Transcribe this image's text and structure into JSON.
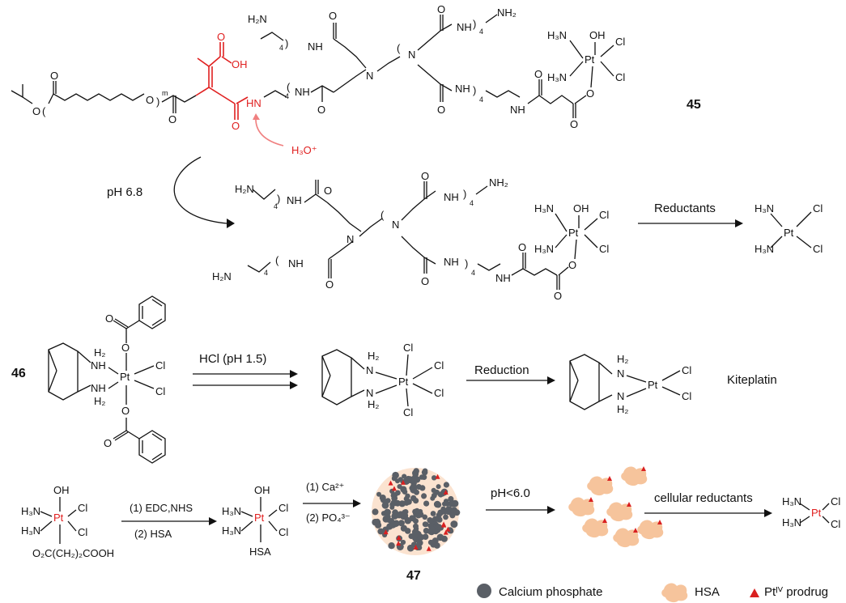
{
  "compounds": {
    "c45": "45",
    "c46": "46",
    "c47": "47"
  },
  "atoms": {
    "oh": "OH",
    "cl": "Cl",
    "pt": "Pt",
    "h3n": "H₃N",
    "h2n": "H₂N",
    "nh2": "NH₂",
    "nh": "NH",
    "n": "N",
    "h2": "H₂",
    "o": "O",
    "h3o": "H₃O⁺",
    "m": "m",
    "four": "4",
    "hsa": "HSA",
    "succ": "O₂C(CH₂)₂COOH"
  },
  "row1": {
    "ph_label": "pH 6.8",
    "arrow_label": "Reductants"
  },
  "row2": {
    "step1": "HCl (pH 1.5)",
    "step2": "Reduction",
    "product_name": "Kiteplatin"
  },
  "row3": {
    "step1a": "(1) EDC,NHS",
    "step1b": "(2) HSA",
    "step2a": "(1) Ca²⁺",
    "step2b": "(2) PO₄³⁻",
    "step3": "pH<6.0",
    "step4": "cellular reductants"
  },
  "legend": {
    "calcium": "Calcium phosphate",
    "hsa": "HSA",
    "prodrug": "Ptᴵⱽ prodrug"
  },
  "colors": {
    "highlight": "#e02020",
    "calcium_phosphate": "#5a5f66",
    "hsa": "#f6c49c",
    "prodrug": "#d92020"
  }
}
